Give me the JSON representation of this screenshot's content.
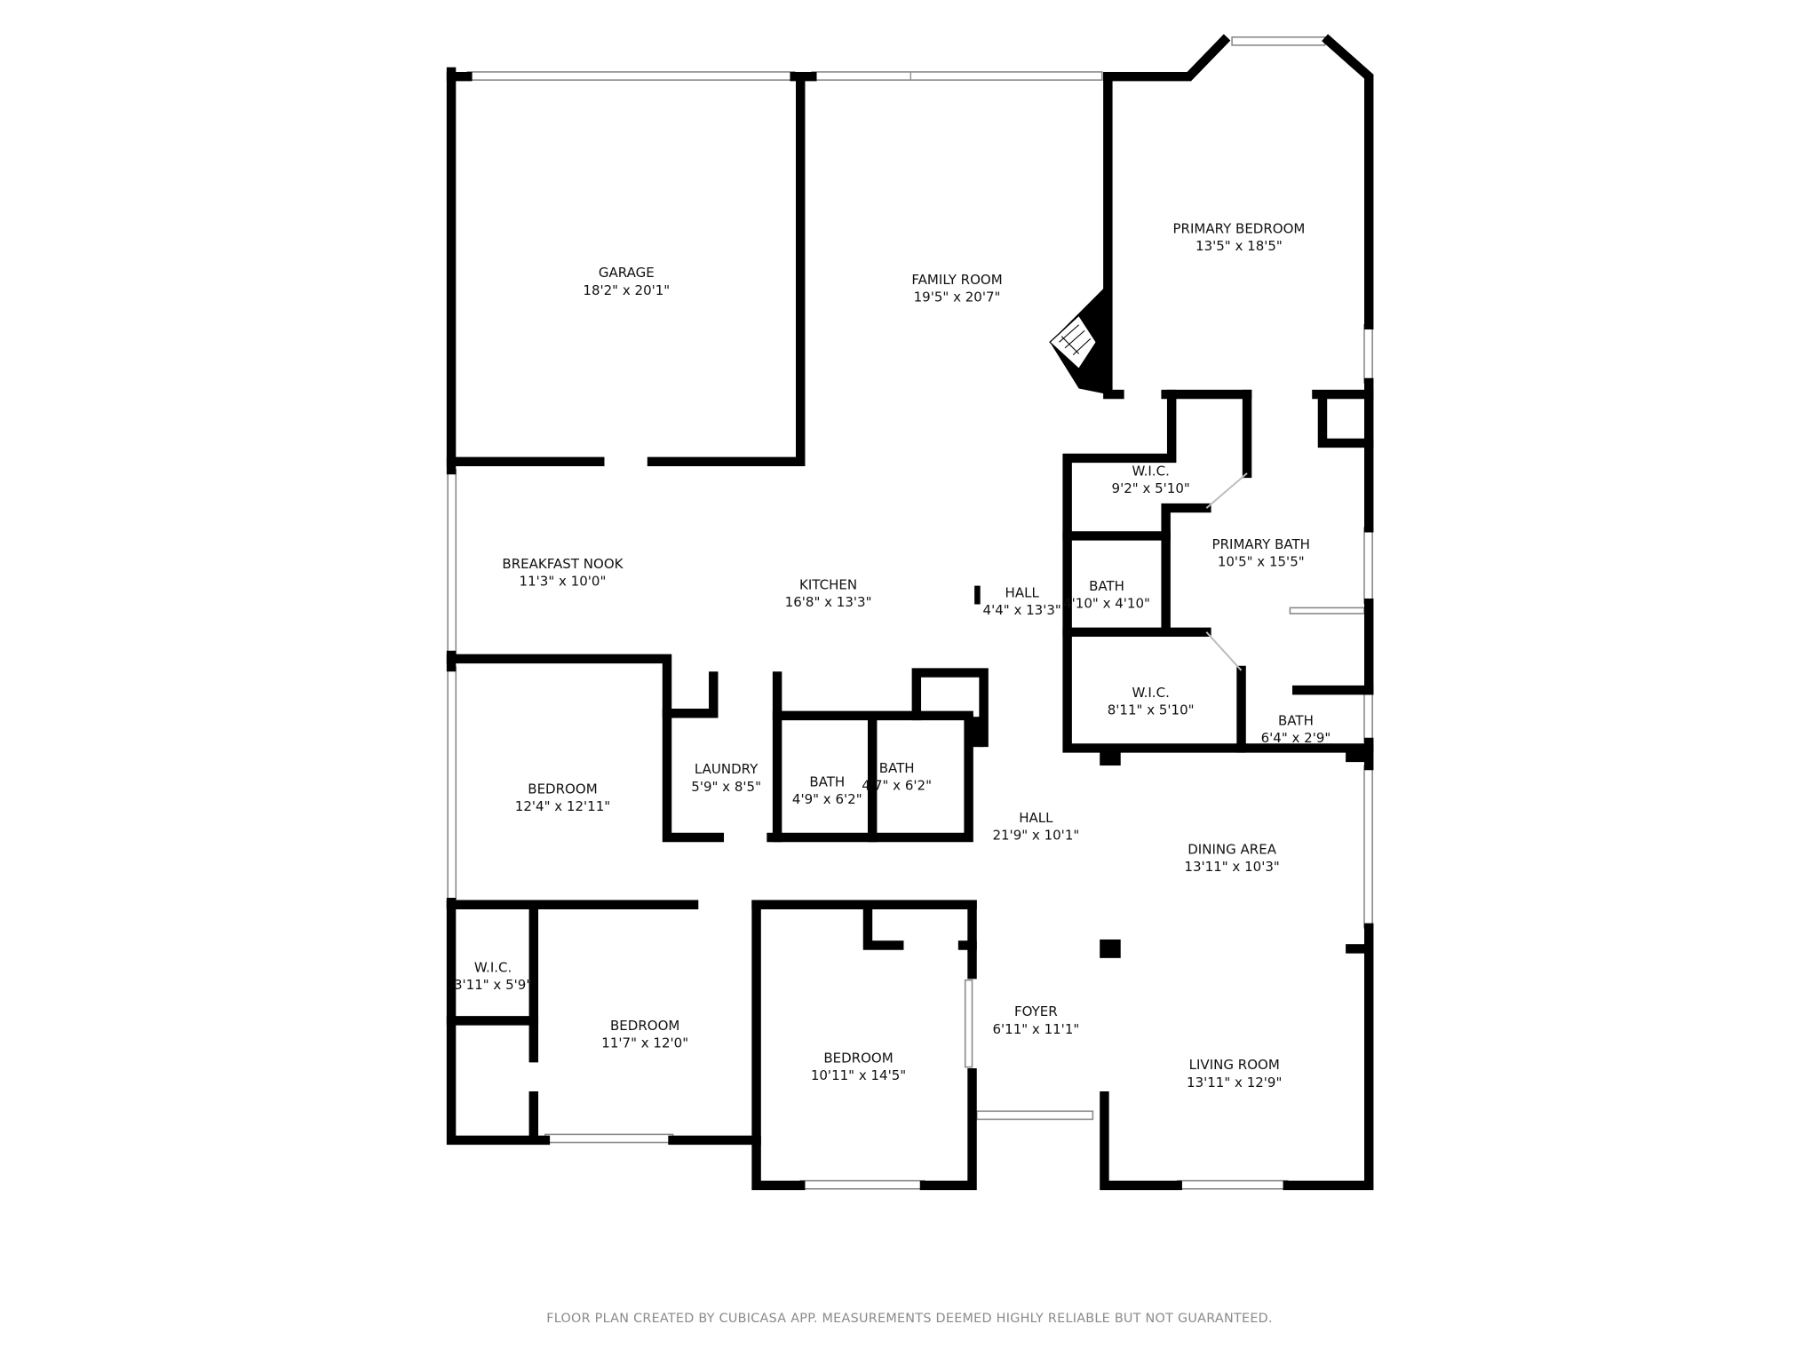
{
  "rooms": [
    {
      "name": "GARAGE",
      "size": "18'2\" x 20'1\""
    },
    {
      "name": "FAMILY ROOM",
      "size": "19'5\" x 20'7\""
    },
    {
      "name": "PRIMARY BEDROOM",
      "size": "13'5\" x 18'5\""
    },
    {
      "name": "W.I.C.",
      "size": "9'2\" x 5'10\""
    },
    {
      "name": "PRIMARY BATH",
      "size": "10'5\" x 15'5\""
    },
    {
      "name": "BATH",
      "size": "4'10\" x 4'10\""
    },
    {
      "name": "BREAKFAST NOOK",
      "size": "11'3\" x 10'0\""
    },
    {
      "name": "KITCHEN",
      "size": "16'8\" x 13'3\""
    },
    {
      "name": "HALL",
      "size": "4'4\" x 13'3\""
    },
    {
      "name": "W.I.C.",
      "size": "8'11\" x 5'10\""
    },
    {
      "name": "BATH",
      "size": "6'4\" x 2'9\""
    },
    {
      "name": "BEDROOM",
      "size": "12'4\" x 12'11\""
    },
    {
      "name": "LAUNDRY",
      "size": "5'9\" x 8'5\""
    },
    {
      "name": "BATH",
      "size": "4'9\" x 6'2\""
    },
    {
      "name": "BATH",
      "size": "4'7\" x 6'2\""
    },
    {
      "name": "HALL",
      "size": "21'9\" x 10'1\""
    },
    {
      "name": "DINING AREA",
      "size": "13'11\" x 10'3\""
    },
    {
      "name": "W.I.C.",
      "size": "3'11\" x 5'9\""
    },
    {
      "name": "BEDROOM",
      "size": "11'7\" x 12'0\""
    },
    {
      "name": "BEDROOM",
      "size": "10'11\" x 14'5\""
    },
    {
      "name": "FOYER",
      "size": "6'11\" x 11'1\""
    },
    {
      "name": "LIVING ROOM",
      "size": "13'11\" x 12'9\""
    }
  ],
  "footer": "FLOOR PLAN CREATED BY CUBICASA APP. MEASUREMENTS DEEMED HIGHLY RELIABLE BUT NOT GUARANTEED.",
  "colors": {
    "wall": "#000000",
    "window": "#888888",
    "footer_text": "#8a8a8a"
  }
}
